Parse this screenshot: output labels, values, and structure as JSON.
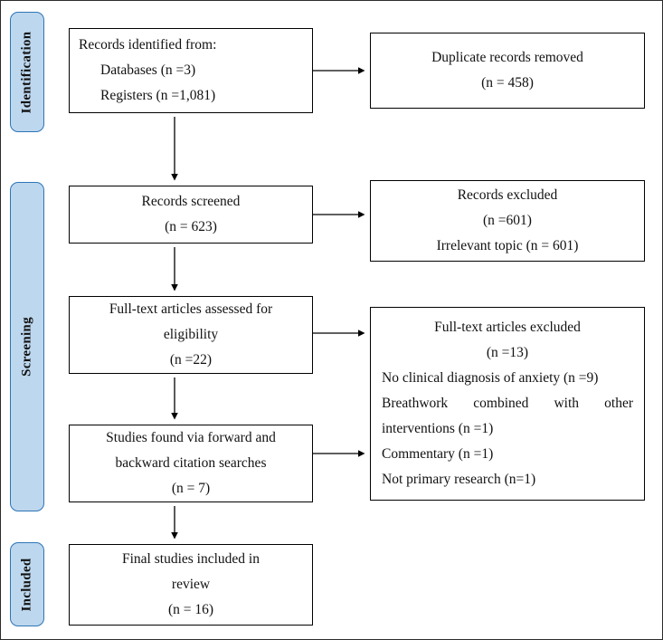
{
  "figure": {
    "stages": {
      "identification": "Identification",
      "screening": "Screening",
      "included": "Included"
    },
    "boxes": {
      "records_identified": {
        "title": "Records identified from:",
        "items": [
          "Databases (n =3)",
          "Registers (n =1,081)"
        ]
      },
      "duplicates_removed": {
        "lines": [
          "Duplicate records removed",
          "(n = 458)"
        ]
      },
      "records_screened": {
        "lines": [
          "Records screened",
          "(n = 623)"
        ]
      },
      "records_excluded": {
        "lines": [
          "Records excluded",
          "(n =601)",
          "Irrelevant topic (n = 601)"
        ]
      },
      "fulltext_assessed": {
        "lines": [
          "Full-text articles assessed for",
          "eligibility",
          "(n =22)"
        ]
      },
      "fulltext_excluded": {
        "title": "Full-text articles excluded",
        "count": "(n =13)",
        "reasons": [
          "No clinical diagnosis of anxiety (n =9)",
          "Breathwork combined with other interventions (n =1)",
          "Commentary (n =1)",
          "Not primary research (n=1)"
        ]
      },
      "citation_searches": {
        "lines": [
          "Studies found via forward and",
          "backward citation searches",
          "(n = 7)"
        ]
      },
      "final_included": {
        "lines": [
          "Final studies included in",
          "review",
          "(n = 16)"
        ]
      }
    },
    "colors": {
      "stage_fill": "#BDD7EE",
      "stage_border": "#2E75B6",
      "box_border": "#000000",
      "arrow": "#000000"
    }
  }
}
